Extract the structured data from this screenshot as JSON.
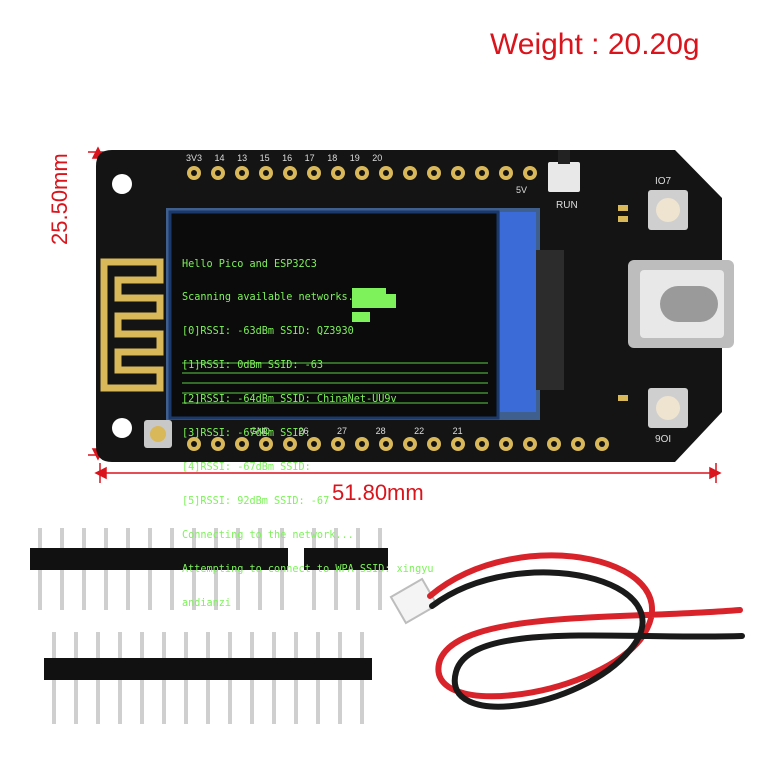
{
  "labels": {
    "weight": "Weight : 20.20g",
    "height_dim": "25.50mm",
    "width_dim": "51.80mm"
  },
  "silkscreen": {
    "top_pins": [
      "3V3",
      "14",
      "13",
      "15",
      "16",
      "17",
      "18",
      "19",
      "20"
    ],
    "bottom_pins": [
      "GND",
      "26",
      "27",
      "28",
      "22",
      "21"
    ],
    "button_top": "IO7",
    "button_bottom": "IO6",
    "run": "RUN",
    "v5": "5V"
  },
  "screen": {
    "lines": [
      "Hello Pico and ESP32C3",
      "Scanning available networks...",
      "[0]RSSI: -63dBm SSID: QZ3930",
      "[1]RSSI: 0dBm SSID: -63",
      "[2]RSSI: -64dBm SSID: ChinaNet-UU9v",
      "[3]RSSI: -67dBm SSID:",
      "[4]RSSI: -67dBm SSID:",
      "[5]RSSI: 92dBm SSID: -67",
      "Connecting to the network...",
      "Attempting to connect to WPA SSID: xingyu",
      "andianzi"
    ]
  },
  "colors": {
    "dimension": "#d9141c",
    "board": "#141414",
    "screen_text": "#7ef25b",
    "pcb_gold": "#d9b85a"
  }
}
